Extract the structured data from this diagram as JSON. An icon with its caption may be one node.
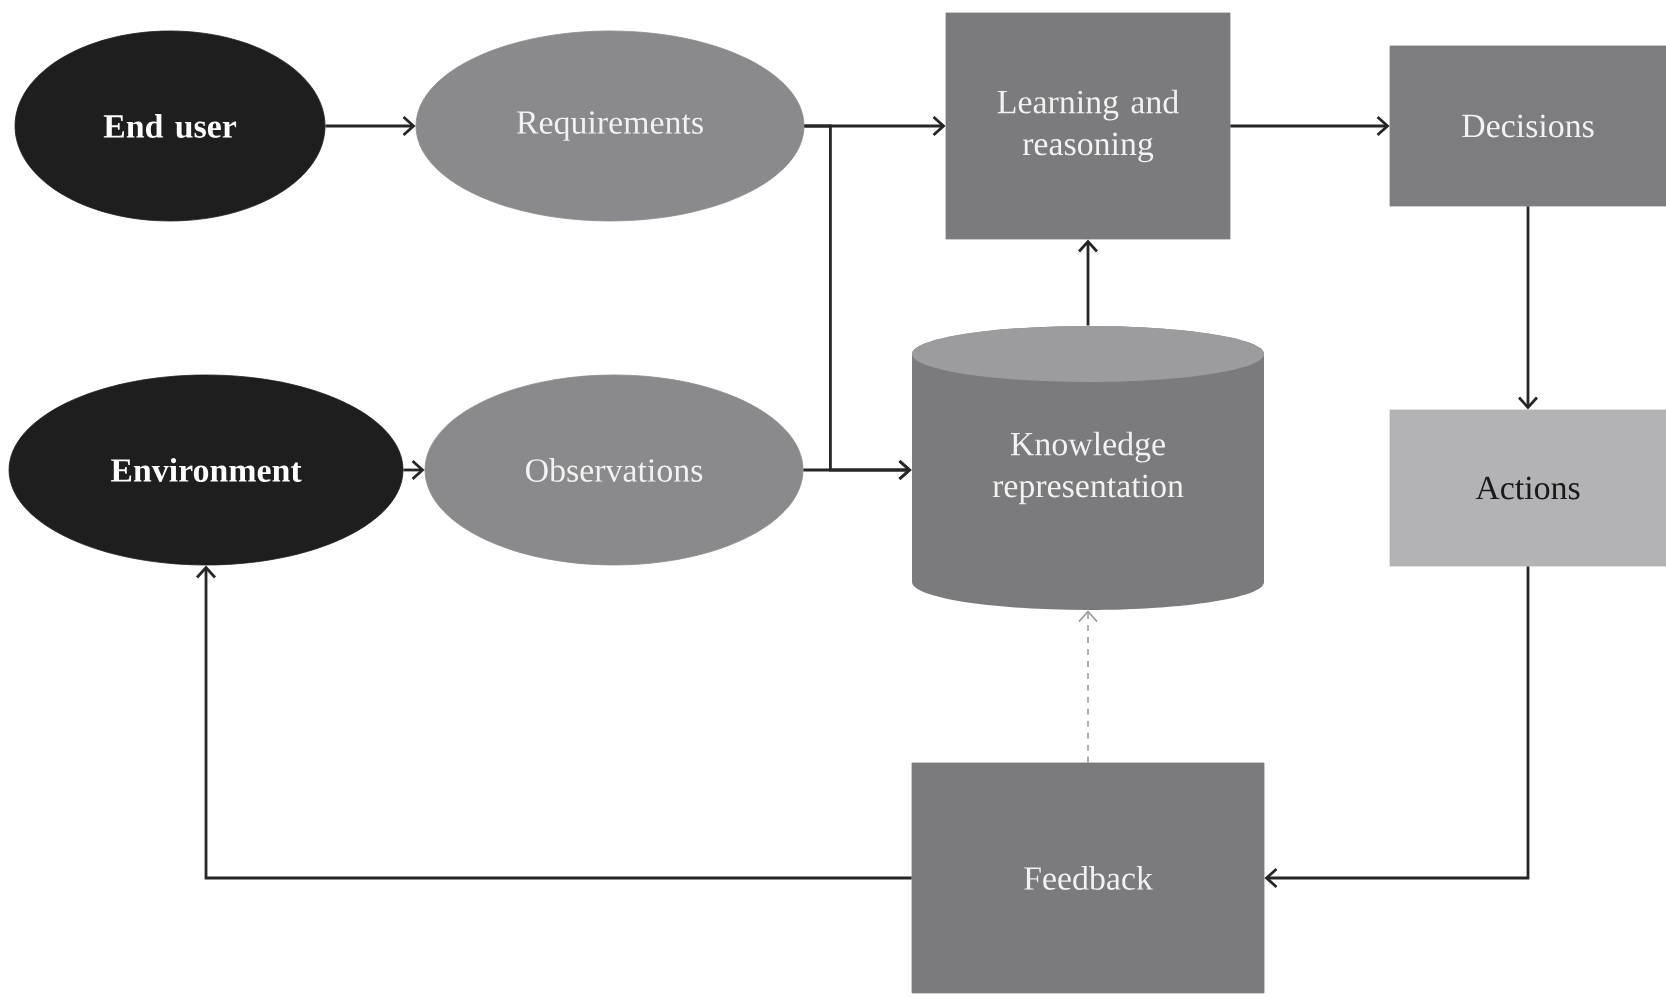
{
  "diagram": {
    "nodes": [
      {
        "text": [
          "End user"
        ]
      },
      {
        "text": [
          "Requirements"
        ]
      },
      {
        "text": [
          "Learning and reasoning"
        ]
      },
      {
        "text": [
          "Decisions"
        ]
      },
      {
        "text": [
          "Environment"
        ]
      },
      {
        "text": [
          "Observations"
        ]
      },
      {
        "text": [
          "Knowledge representation"
        ]
      },
      {
        "text": [
          "Actions"
        ]
      },
      {
        "text": [
          "Feedback"
        ]
      }
    ],
    "edges": [
      {
        "from": 0,
        "to": 1,
        "arrow": "to"
      },
      {
        "from": 1,
        "to": 2,
        "arrow": "to"
      },
      {
        "from": 1,
        "to": 6,
        "arrow": "to"
      },
      {
        "from": 4,
        "to": 5,
        "arrow": "to"
      },
      {
        "from": 5,
        "to": 6,
        "arrow": "to"
      },
      {
        "from": 6,
        "to": 2,
        "arrow": "to"
      },
      {
        "from": 2,
        "to": 3,
        "arrow": "to"
      },
      {
        "from": 3,
        "to": 7,
        "arrow": "to"
      },
      {
        "from": 7,
        "to": 8,
        "arrow": "to"
      },
      {
        "from": 8,
        "to": 4,
        "arrow": "to"
      },
      {
        "from": 8,
        "to": 6,
        "arrow": "to",
        "style": "dashed",
        "color": "#8c8c8c"
      }
    ]
  }
}
